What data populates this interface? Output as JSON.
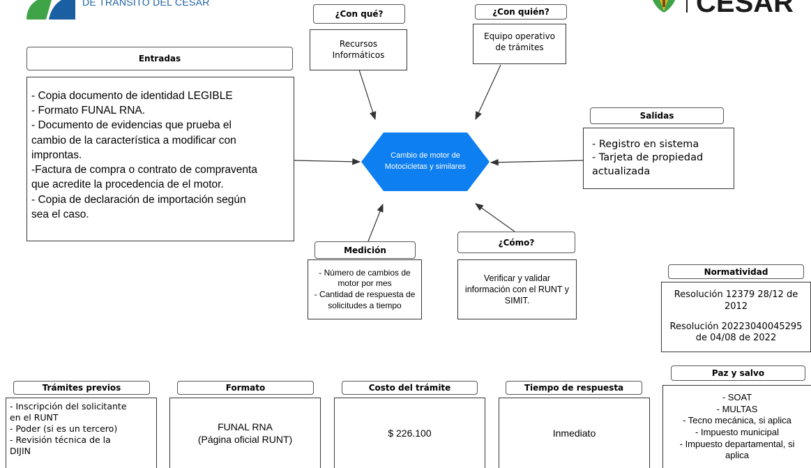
{
  "header": {
    "left_logo_text": "DE TRÁNSITO DEL CESAR",
    "right_logo_text": "CESAR",
    "colors": {
      "logo_blue": "#1b5fa3",
      "logo_green": "#3fa447",
      "logo_yellow": "#e2b623"
    }
  },
  "center_node": {
    "lines": [
      "Cambio de motor de",
      "Motocicletas y similares"
    ],
    "color": "#0d7ff0"
  },
  "con_que": {
    "title": "¿Con qué?",
    "lines": [
      "Recursos",
      "Informáticos"
    ]
  },
  "con_quien": {
    "title": "¿Con quién?",
    "lines": [
      "Equipo operativo",
      "de trámites"
    ]
  },
  "entradas": {
    "title": "Entradas",
    "lines": [
      "- Copia documento de identidad LEGIBLE",
      "- Formato FUNAL RNA.",
      "- Documento de evidencias que prueba el",
      "cambio de la característica a modificar con",
      "improntas.",
      "-Factura de compra o contrato de compraventa",
      "que acredite la procedencia de el motor.",
      "- Copia de declaración de importación según",
      "sea el caso."
    ]
  },
  "salidas": {
    "title": "Salidas",
    "lines": [
      "- Registro en sistema",
      "- Tarjeta de propiedad",
      "actualizada"
    ]
  },
  "medicion": {
    "title": "Medición",
    "lines": [
      "- Número de cambios de",
      "motor por mes",
      "- Cantidad de respuesta de",
      "solicitudes a tiempo"
    ]
  },
  "como": {
    "title": "¿Cómo?",
    "lines": [
      "Verificar y validar",
      "información con el RUNT y",
      "SIMIT."
    ]
  },
  "normatividad": {
    "title": "Normatividad",
    "lines": [
      "Resolución 12379 28/12 de",
      "2012",
      "",
      "Resolución 20223040045295",
      "de 04/08 de 2022"
    ]
  },
  "paz_y_salvo": {
    "title": "Paz y salvo",
    "lines": [
      "- SOAT",
      "- MULTAS",
      "- Tecno mecánica, si aplica",
      "- Impuesto municipal",
      "- Impuesto departamental, si",
      "aplica"
    ]
  },
  "tramites_previos": {
    "title": "Trámites previos",
    "lines": [
      "- Inscripción del solicitante",
      "en el RUNT",
      "- Poder (si es un tercero)",
      "- Revisión técnica de la",
      "DIJIN"
    ]
  },
  "formato": {
    "title": "Formato",
    "lines": [
      "FUNAL RNA",
      "(Página oficial RUNT)"
    ]
  },
  "costo": {
    "title": "Costo del trámite",
    "value": "$ 226.100"
  },
  "tiempo": {
    "title": "Tiempo de respuesta",
    "value": "Inmediato"
  }
}
